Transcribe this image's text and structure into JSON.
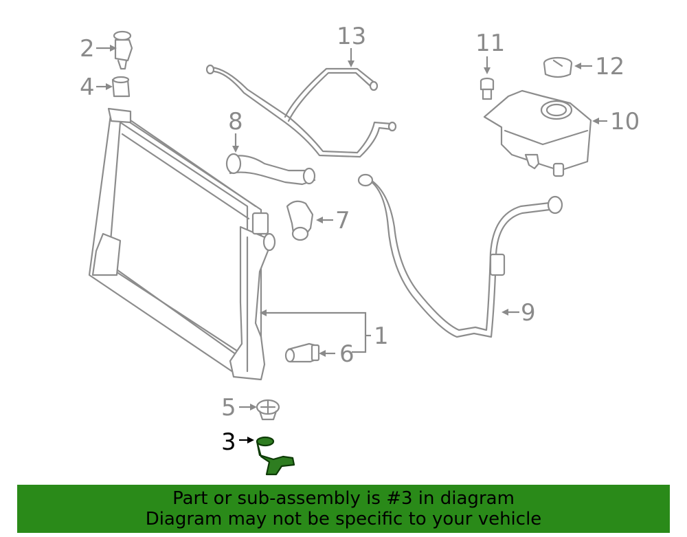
{
  "callouts": {
    "c1": "1",
    "c2": "2",
    "c3": "3",
    "c4": "4",
    "c5": "5",
    "c6": "6",
    "c7": "7",
    "c8": "8",
    "c9": "9",
    "c10": "10",
    "c11": "11",
    "c12": "12",
    "c13": "13"
  },
  "highlighted_callout": "3",
  "colors": {
    "banner": "#2a8a19",
    "highlight": "#2e7d20",
    "line_art": "#8c8c8c"
  },
  "banner": {
    "line1": "Part or sub-assembly is #3 in diagram",
    "line2": "Diagram may not be specific to your vehicle"
  }
}
